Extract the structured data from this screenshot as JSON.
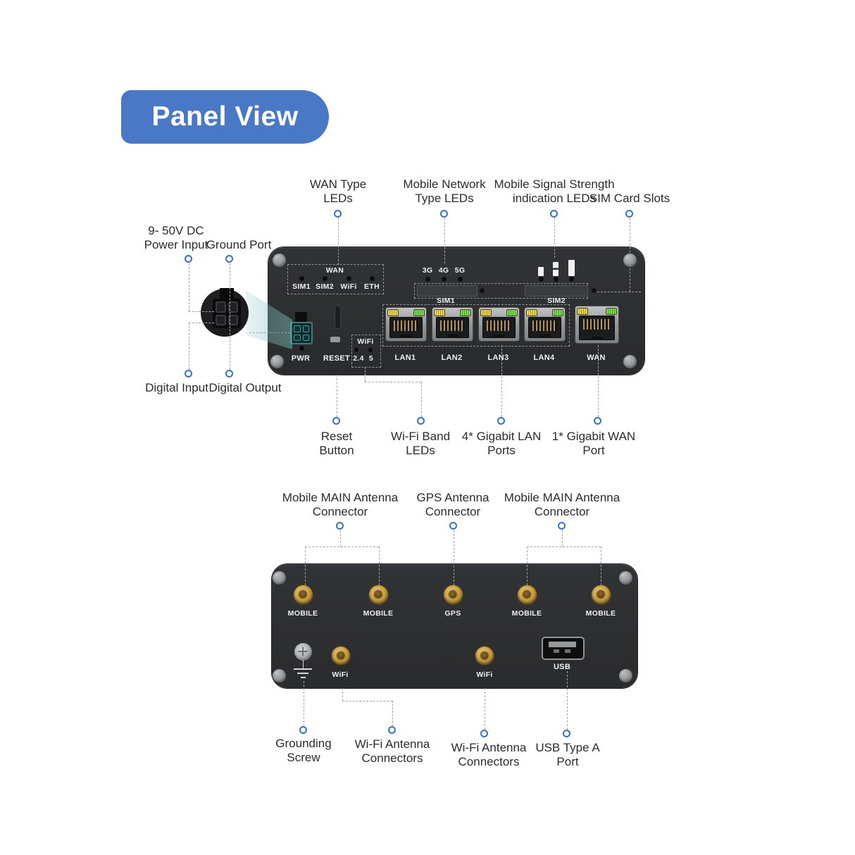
{
  "badge": {
    "label": "Panel View"
  },
  "colors": {
    "badge_blue": "#4878c6",
    "marker_blue": "#3a70c4",
    "callout_line_gray": "#a0a3a7",
    "device_body": "#2c2d2f",
    "antenna_gold": "#cda44a",
    "led_yellow": "#e8d44e",
    "led_green": "#7fd84f",
    "power_highlight_teal": "#3d7c7f"
  },
  "front_panel": {
    "callouts": {
      "wan_type_leds": {
        "line1": "WAN Type",
        "line2": "LEDs"
      },
      "mobile_network_type_leds": {
        "line1": "Mobile Network",
        "line2": "Type LEDs"
      },
      "mobile_signal_strength_leds": {
        "line1": "Mobile Signal Strength",
        "line2": "indication LEDs"
      },
      "sim_card_slots": {
        "line1": "SIM Card Slots"
      },
      "power_input": {
        "line1": "9- 50V DC",
        "line2": "Power Input"
      },
      "ground_port": {
        "line1": "Ground Port"
      },
      "digital_input": {
        "line1": "Digital Input"
      },
      "digital_output": {
        "line1": "Digital Output"
      },
      "reset_button": {
        "line1": "Reset",
        "line2": "Button"
      },
      "wifi_band_leds": {
        "line1": "Wi-Fi Band",
        "line2": "LEDs"
      },
      "gigabit_lan_ports": {
        "line1": "4* Gigabit LAN",
        "line2": "Ports"
      },
      "gigabit_wan_port": {
        "line1": "1* Gigabit WAN",
        "line2": "Port"
      }
    },
    "device": {
      "wan_led_group": {
        "title": "WAN",
        "leds": [
          {
            "label": "SIM1"
          },
          {
            "label": "SIM2"
          },
          {
            "label": "WiFi"
          },
          {
            "label": "ETH"
          }
        ]
      },
      "network_type_leds": [
        {
          "label": "3G"
        },
        {
          "label": "4G"
        },
        {
          "label": "5G"
        }
      ],
      "sim_slot_labels": [
        {
          "label": "SIM1"
        },
        {
          "label": "SIM2"
        }
      ],
      "pwr_label": "PWR",
      "reset_label": "RESET",
      "wifi_band_group": {
        "title": "WiFi",
        "leds": [
          {
            "label": "2.4"
          },
          {
            "label": "5"
          }
        ]
      },
      "lan_port_labels": [
        {
          "label": "LAN1"
        },
        {
          "label": "LAN2"
        },
        {
          "label": "LAN3"
        },
        {
          "label": "LAN4"
        }
      ],
      "wan_port_label": "WAN"
    }
  },
  "rear_panel": {
    "callouts": {
      "mobile_main_antenna_left": {
        "line1": "Mobile MAIN Antenna",
        "line2": "Connector"
      },
      "gps_antenna": {
        "line1": "GPS Antenna",
        "line2": "Connector"
      },
      "mobile_main_antenna_right": {
        "line1": "Mobile MAIN Antenna",
        "line2": "Connector"
      },
      "grounding_screw": {
        "line1": "Grounding",
        "line2": "Screw"
      },
      "wifi_antenna_left": {
        "line1": "Wi-Fi Antenna",
        "line2": "Connectors"
      },
      "wifi_antenna_right": {
        "line1": "Wi-Fi Antenna",
        "line2": "Connectors"
      },
      "usb_type_a_port": {
        "line1": "USB Type A",
        "line2": "Port"
      }
    },
    "device": {
      "antenna_labels": [
        {
          "label": "MOBILE"
        },
        {
          "label": "MOBILE"
        },
        {
          "label": "GPS"
        },
        {
          "label": "MOBILE"
        },
        {
          "label": "MOBILE"
        }
      ],
      "wifi_labels": [
        {
          "label": "WiFi"
        },
        {
          "label": "WiFi"
        }
      ],
      "usb_label": "USB"
    }
  }
}
